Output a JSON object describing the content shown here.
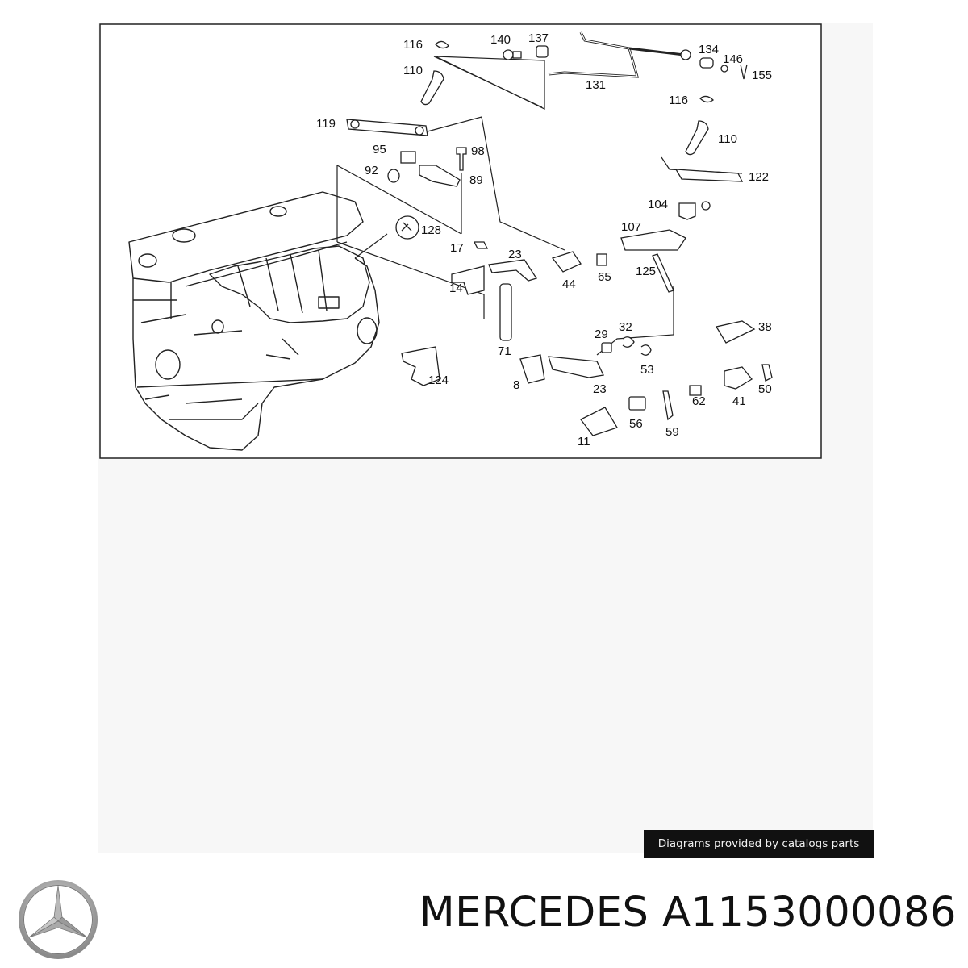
{
  "diagram": {
    "callouts": [
      "116",
      "140",
      "137",
      "134",
      "146",
      "155",
      "110",
      "131",
      "116",
      "119",
      "110",
      "95",
      "98",
      "92",
      "89",
      "122",
      "104",
      "128",
      "107",
      "17",
      "23",
      "44",
      "65",
      "125",
      "14",
      "29",
      "32",
      "38",
      "71",
      "124",
      "8",
      "23",
      "53",
      "62",
      "41",
      "50",
      "56",
      "59",
      "11"
    ]
  },
  "banner": {
    "text": "Diagrams provided by catalogs parts"
  },
  "brand": {
    "name": "MERCEDES",
    "part_number": "A1153000086",
    "logo_icon": "mercedes-star-icon"
  }
}
